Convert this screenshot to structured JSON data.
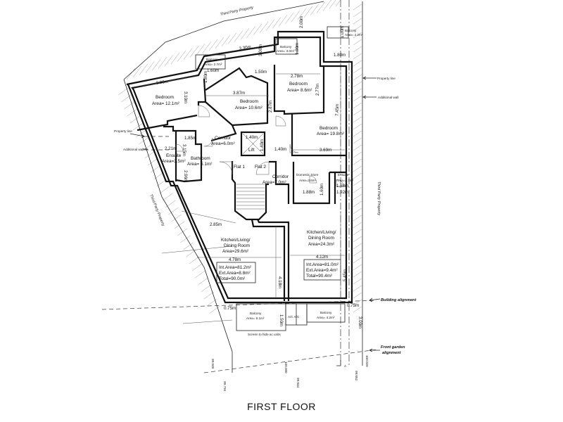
{
  "title": "FIRST FLOOR",
  "boundaries": {
    "third_party_top": "Third Party Property",
    "third_party_left": "Third Party Property",
    "third_party_right": "Third Party Property",
    "property_line": "Property line",
    "additional_wall": "Additional wall",
    "building_alignment": "Building alignment",
    "front_garden_line1": "Front garden",
    "front_garden_line2": "alignment"
  },
  "flats": {
    "flat1": "Flat 1",
    "flat2": "Flat 2"
  },
  "rooms": {
    "balcony_top_left": {
      "name": "Balcony",
      "area": "Area= 2.7m²"
    },
    "balcony_top_mid": {
      "name": "Balcony",
      "area": "Area= 3.0m²"
    },
    "balcony_top_right": {
      "name": "Balcony",
      "area": "Area= 2.2m²"
    },
    "bedroom_left": {
      "name": "Bedroom",
      "area": "Area= 12.1m²"
    },
    "bedroom_mid": {
      "name": "Bedroom",
      "area": "Area= 10.6m²"
    },
    "bedroom_top_right": {
      "name": "Bedroom",
      "area": "Area= 8.6m²"
    },
    "bedroom_right": {
      "name": "Bedroom",
      "area": "Area= 19.8m²"
    },
    "corridor_1": {
      "name": "Corridor",
      "area": "Area=6.0m²"
    },
    "corridor_2": {
      "name": "Corridor",
      "area": "Area=7.0m²"
    },
    "ensuite_left": {
      "name": "Ensuite",
      "area": "Area=3.5m²"
    },
    "bathroom": {
      "name": "Bathroom",
      "area": "Area= 5.1m²"
    },
    "lift": {
      "name": "Lift"
    },
    "domestic_store": {
      "name": "Domestic Store",
      "area": "Area=3.6m²"
    },
    "ensuite_right": {
      "name": "Ensuite",
      "area": "Area=2.7m²"
    },
    "kitchen_1": {
      "line1": "Kitchen/Living/",
      "line2": "Dining Room",
      "area": "Area=29.6m²"
    },
    "kitchen_2": {
      "line1": "Kitchen/Living/",
      "line2": "Dining Room",
      "area": "Area=24.3m²"
    },
    "balcony_bottom_left": {
      "name": "Balcony",
      "area": "Area= 6.1m²"
    },
    "balcony_bottom_right": {
      "name": "Balcony",
      "area": "Area= 4.2m²"
    },
    "ac_units": "A/C   A/C",
    "screen_note": "Screen to hide ac units"
  },
  "summaries": {
    "flat1": {
      "int": "Int.Area=81.2m²",
      "ext": "Ext.Area=8.8m²",
      "total": "Total=90.0m²"
    },
    "flat2": {
      "int": "Int.Area=81.0m²",
      "ext": "Ext.Area=9.4m²",
      "total": "Total=90.4m²"
    }
  },
  "dimensions": {
    "d330": "3.30m",
    "d300a": "3.00m",
    "d200": "2.00m",
    "d100a": "1.00m",
    "d100b": "1.00m",
    "d180a": "1.80m",
    "d180b": "1.80m",
    "d160": "1.60m",
    "d150": "1.50m",
    "d278": "2.78m",
    "d277": "2.77m",
    "d390": "3.90m",
    "d310": "3.10m",
    "d387": "3.87m",
    "d287": "2.87m",
    "d745": "7.45m",
    "d140a": "1.40m",
    "d140b": "1.40m",
    "d140c": "1.40m",
    "d369": "3.69m",
    "d185": "1.85m",
    "d315": "3.15m",
    "d221": "2.21m",
    "d296": "2.96m",
    "d188": "1.88m",
    "d160b": "1.60m",
    "d168": "1.68m",
    "d192": "1.92m",
    "d285": "2.85m",
    "d478": "4.78m",
    "d418": "4.18m",
    "d412": "4.12m",
    "d545": "5.45m",
    "d075a": "0.75m",
    "d075b": "0.75m",
    "d150b": "1.50m",
    "d300b": "3.00m"
  },
  "levels": {
    "l1": "99.948",
    "l2": "99.794",
    "l3": "100.000",
    "l4": "99.834",
    "l5": "100.029",
    "l6": "99.852"
  },
  "section_marker": "A"
}
